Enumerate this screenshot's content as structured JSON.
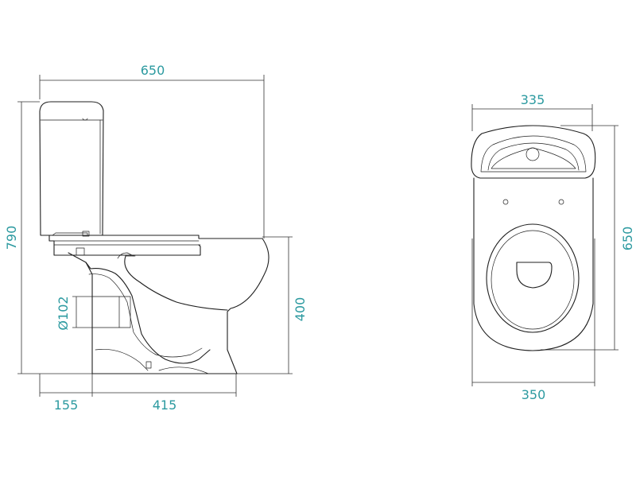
{
  "side_view": {
    "overall_width": "650",
    "overall_height": "790",
    "bowl_height": "400",
    "outlet_diameter": "Ø102",
    "outlet_offset": "155",
    "base_length": "415"
  },
  "top_view": {
    "tank_width": "335",
    "total_depth": "650",
    "bowl_width": "350"
  }
}
